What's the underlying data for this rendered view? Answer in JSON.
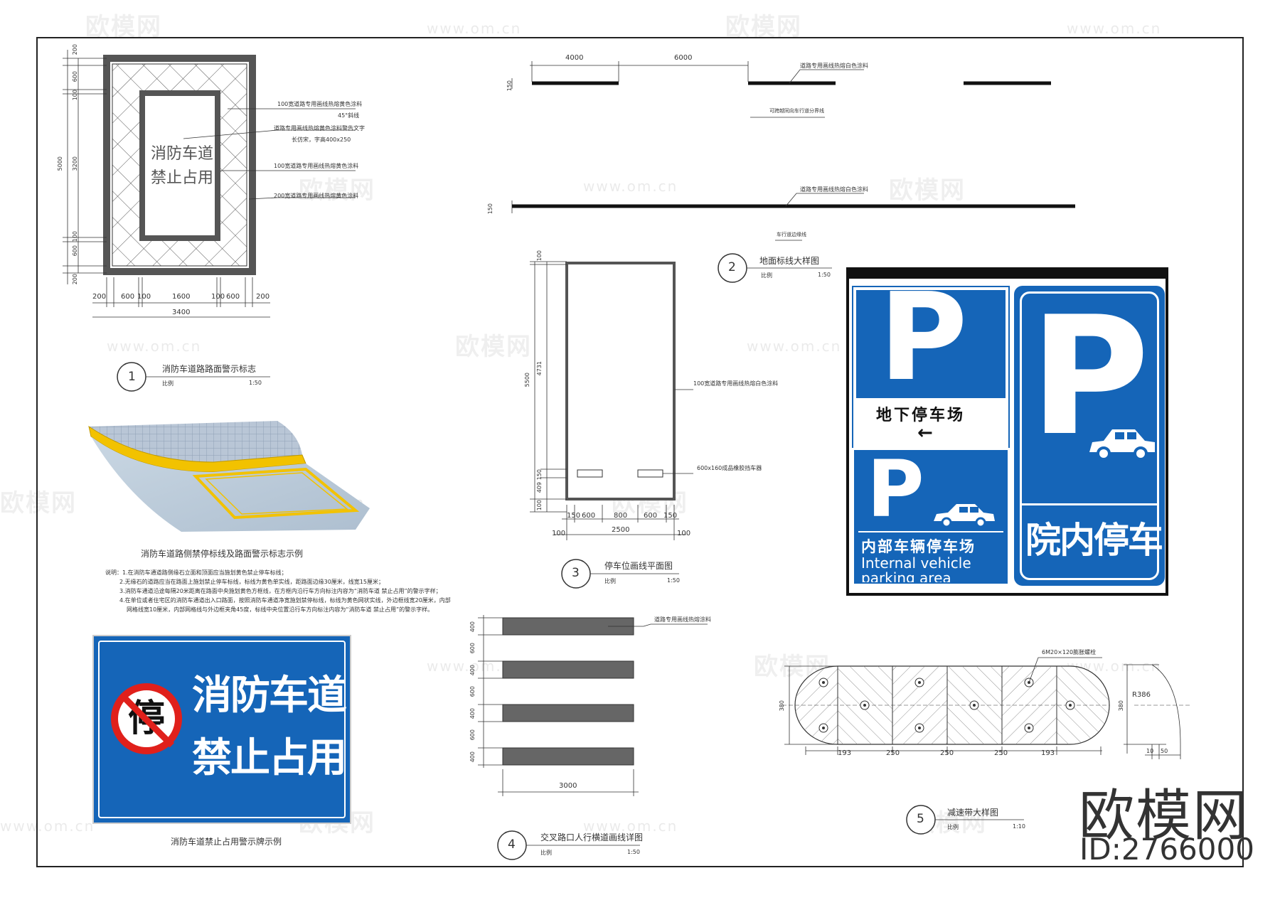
{
  "watermark": {
    "brand": "欧模网",
    "url": "www.om.cn"
  },
  "brand_mark": {
    "title": "欧模网",
    "id": "ID:2766000"
  },
  "detail1": {
    "number": "1",
    "title": "消防车道路路面警示标志",
    "scale_label": "比例",
    "scale": "1:50",
    "inner_text_1": "消防车道",
    "inner_text_2": "禁止占用",
    "notes": [
      "100宽道路专用画线热熔黄色涂料",
      "45°斜线",
      "道路专用画线热熔黄色涂料警告文字",
      "长仿宋，字高400x250",
      "100宽道路专用画线热熔黄色涂料",
      "200宽道路专用画线热熔黄色涂料"
    ],
    "dims_left": [
      "200",
      "600",
      "100",
      "3200",
      "5000",
      "100",
      "600",
      "200"
    ],
    "dims_bottom": [
      "200",
      "600",
      "100",
      "1600",
      "100",
      "600",
      "200"
    ],
    "dim_total": "3400"
  },
  "photo_caption": "消防车道路侧禁停标线及路面警示标志示例",
  "explanation": [
    "说明：1.在消防车通道路侧缘石立面和顶面应当施划黄色禁止停车标线；",
    "2.无缘石的道路应当在路面上施划禁止停车标线，标线为黄色单实线，距路面边缘30厘米，线宽15厘米；",
    "3.消防车通道沿途每隔20米距离在路面中央施划黄色方框线，在方框内沿行车方向标注内容为“消防车道  禁止占用”的警示字样；",
    "4.在单位或者住宅区的消防车通道出入口路面，按照消防车通道净宽施划禁停标线，标线为黄色网状实线，外边框线宽20厘米，内部",
    "网格线宽10厘米，内部网格线与外边框夹角45度，标线中央位置沿行车方向标注内容为“消防车道  禁止占用”的警示字样。"
  ],
  "fire_sign": {
    "line1": "消防车道",
    "line2": "禁止占用",
    "icon_text": "停",
    "caption": "消防车道禁止占用警示牌示例"
  },
  "detail2": {
    "number": "2",
    "title": "地面标线大样图",
    "scale_label": "比例",
    "scale": "1:50",
    "dim_a": "4000",
    "dim_b": "6000",
    "dim_h1": "150",
    "dim_h2": "150",
    "note1": "道路专用画线热熔白色涂料",
    "note2": "可跨越同向车行道分界线",
    "note3": "道路专用画线热熔白色涂料",
    "note4": "车行道边缘线"
  },
  "detail3": {
    "number": "3",
    "title": "停车位画线平面图",
    "scale_label": "比例",
    "scale": "1:50",
    "note1": "100宽道路专用画线热熔白色涂料",
    "note2": "600x160成品橡胶挡车器",
    "dims_left": [
      "100",
      "4731",
      "5500",
      "150",
      "409",
      "100"
    ],
    "dims_bottom": [
      "150",
      "600",
      "800",
      "600",
      "150"
    ],
    "dim_total": "2500",
    "dim_side_l": "100",
    "dim_side_r": "100"
  },
  "parking_signs": {
    "p": "P",
    "underground": "地下停车场",
    "arrow": "←",
    "internal_cn": "内部车辆停车场",
    "internal_en_1": "Internal vehicle",
    "internal_en_2": "parking area",
    "yard": "院内停车"
  },
  "detail4": {
    "number": "4",
    "title": "交叉路口人行横道画线详图",
    "scale_label": "比例",
    "scale": "1:50",
    "note": "道路专用画线热熔涂料",
    "dims_left": [
      "400",
      "600",
      "400",
      "600",
      "400",
      "600",
      "400"
    ],
    "dim_width": "3000"
  },
  "detail5": {
    "number": "5",
    "title": "减速带大样图",
    "scale_label": "比例",
    "scale": "1:10",
    "bolt_note": "6M20×120膨胀螺栓",
    "radius": "R386",
    "height": "380",
    "height_r": "380",
    "dims_bottom": [
      "193",
      "250",
      "250",
      "250",
      "193"
    ],
    "dims_right": [
      "10",
      "50"
    ]
  },
  "colors": {
    "sign_blue": "#1565b8",
    "marking_yellow": "#f2c200",
    "dark_frame": "#555555"
  }
}
